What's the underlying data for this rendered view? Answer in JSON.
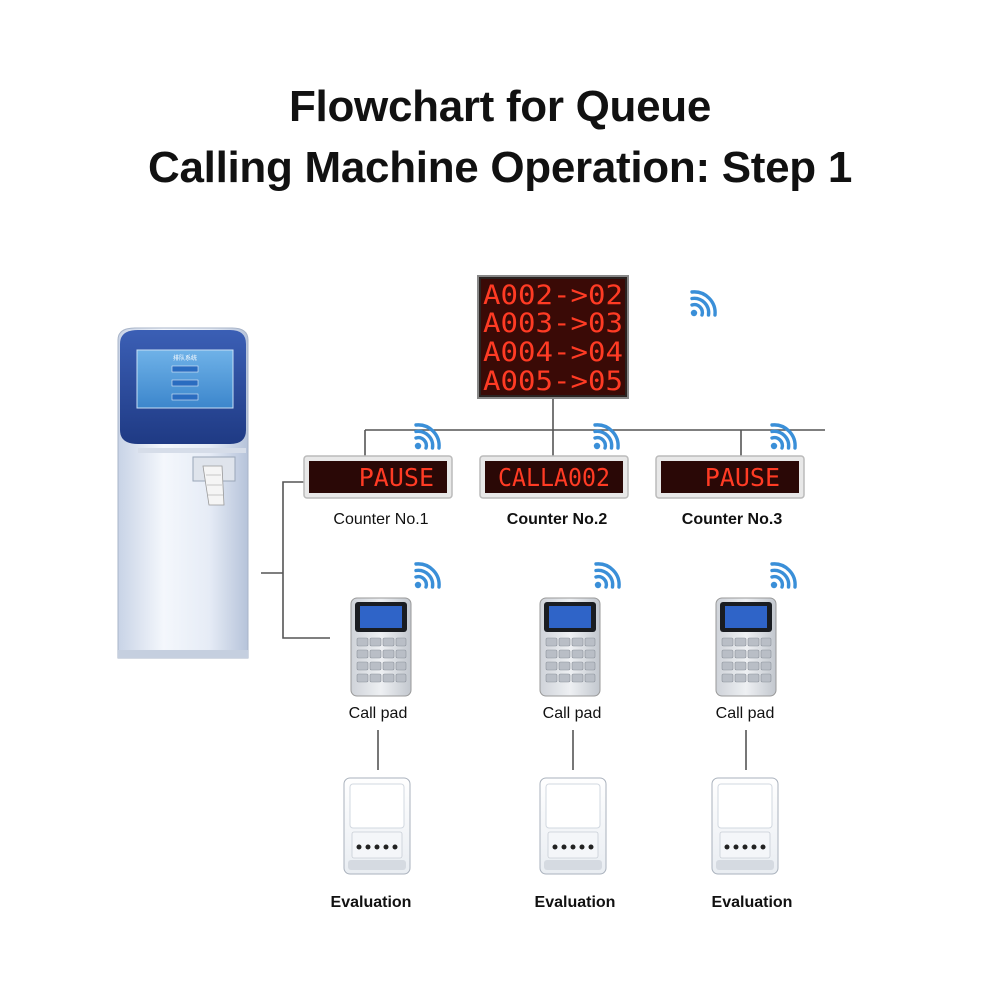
{
  "title": {
    "line1": "Flowchart for Queue",
    "line2": "Calling Machine Operation: Step 1"
  },
  "main_display": {
    "rows": [
      "A002->02",
      "A003->03",
      "A004->04",
      "A005->05"
    ]
  },
  "counters": [
    {
      "display_text": "PAUSE",
      "label": "Counter No.1"
    },
    {
      "display_text": "CALLA002",
      "label": "Counter No.2"
    },
    {
      "display_text": "PAUSE",
      "label": "Counter No.3"
    }
  ],
  "call_pads": [
    {
      "label": "Call pad"
    },
    {
      "label": "Call pad"
    },
    {
      "label": "Call pad"
    }
  ],
  "evaluations": [
    {
      "label": "Evaluation"
    },
    {
      "label": "Evaluation"
    },
    {
      "label": "Evaluation"
    }
  ],
  "kiosk": {
    "screen_title": "排队系统"
  },
  "colors": {
    "led_red": "#ff3b24",
    "led_bg": "#3a0a06",
    "kiosk_blue": "#2b4c9c",
    "wifi_blue": "#3a8fd8",
    "line_gray": "#555555"
  }
}
